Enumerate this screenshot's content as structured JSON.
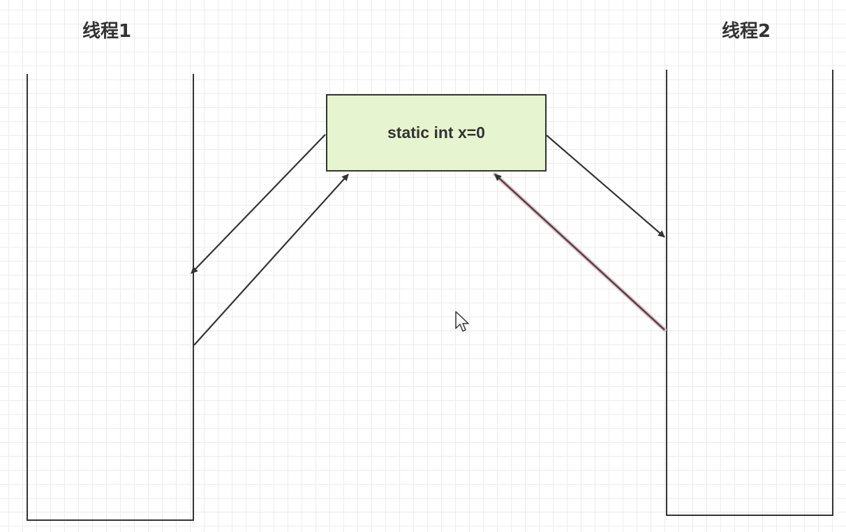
{
  "threads": [
    {
      "title": "线程1"
    },
    {
      "title": "线程2"
    }
  ],
  "shared_variable": {
    "label": "static int x=0",
    "fill_color": "#e6f5cf"
  },
  "colors": {
    "stroke": "#333333",
    "highlighted_arrow": "#5a3a42"
  },
  "icons": {
    "cursor": "mouse-pointer-icon"
  }
}
